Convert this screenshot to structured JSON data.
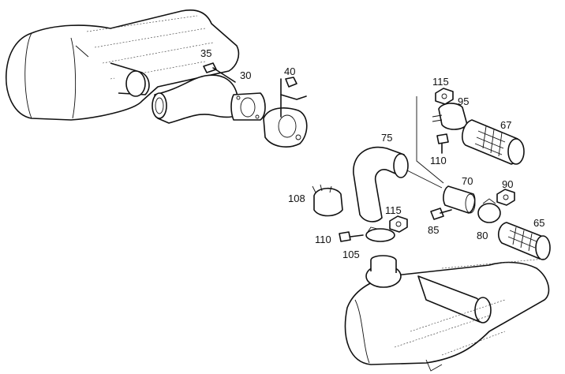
{
  "diagram": {
    "callouts": [
      "35",
      "30",
      "40",
      "115",
      "95",
      "67",
      "75",
      "110",
      "70",
      "90",
      "108",
      "115",
      "85",
      "80",
      "65",
      "110",
      "105"
    ]
  }
}
